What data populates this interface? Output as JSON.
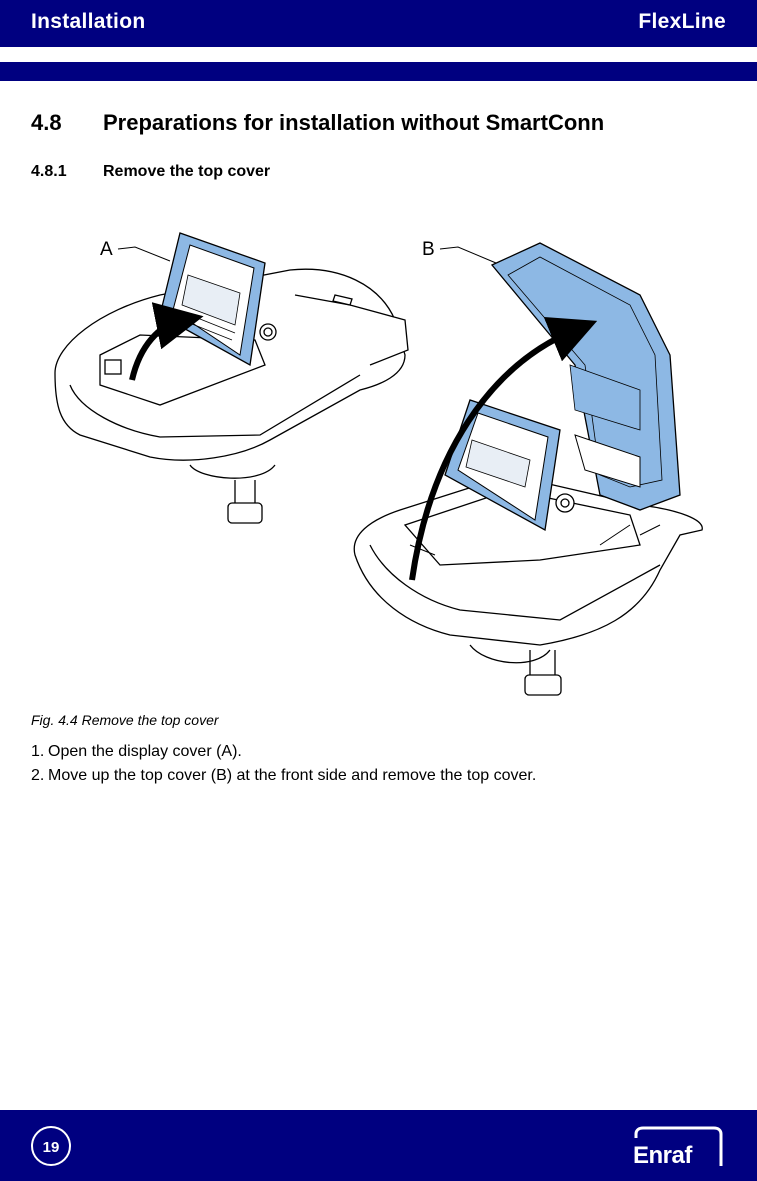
{
  "header": {
    "section": "Installation",
    "product": "FlexLine"
  },
  "heading": {
    "number": "4.8",
    "title": "Preparations for installation without SmartConn"
  },
  "subheading": {
    "number": "4.8.1",
    "title": "Remove the top cover"
  },
  "figure": {
    "label_a": "A",
    "label_b": "B",
    "cover_color": "#8db8e4"
  },
  "caption": "Fig. 4.4 Remove the top cover",
  "steps": [
    {
      "num": "1.",
      "text": "Open the display cover (A)."
    },
    {
      "num": "2.",
      "text": "Move up the top cover (B) at the front side and remove the top cover."
    }
  ],
  "footer": {
    "page": "19",
    "brand": "Enraf"
  },
  "colors": {
    "brand_navy": "#000080"
  }
}
